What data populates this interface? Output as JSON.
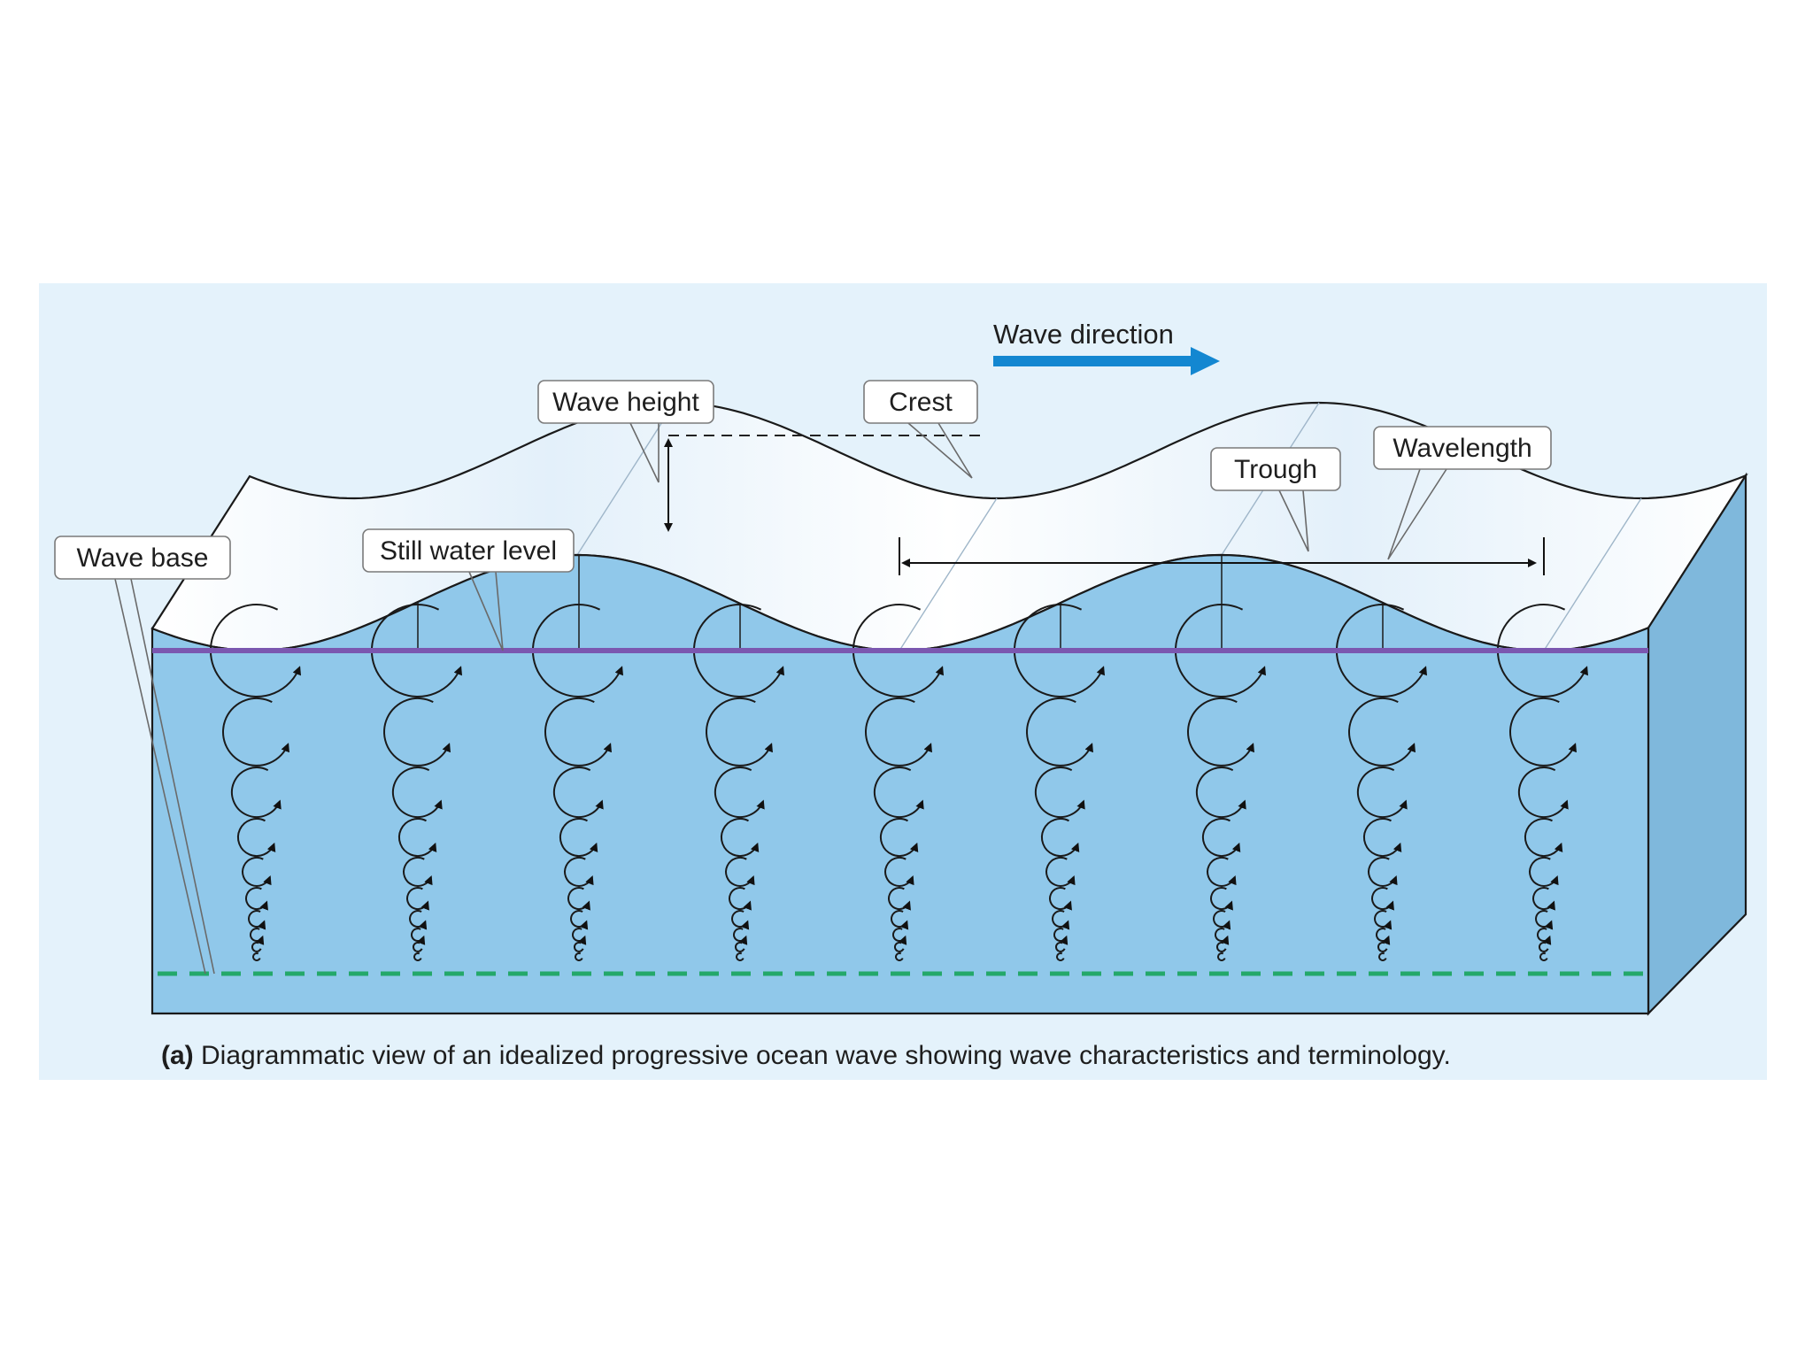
{
  "labels": {
    "wave_direction": "Wave direction",
    "wave_height": "Wave height",
    "crest": "Crest",
    "trough": "Trough",
    "wavelength": "Wavelength",
    "wave_base": "Wave base",
    "still_water_level": "Still water level"
  },
  "caption": {
    "prefix": "(a)",
    "text": " Diagrammatic view of an idealized progressive ocean wave showing wave characteristics and terminology."
  },
  "colors": {
    "background_panel": "#e4f2fb",
    "water": "#90c8ea",
    "water_side": "#7fb8dc",
    "surface_top": "#f2f8fd",
    "still_water_line": "#7b57b0",
    "wave_base_line": "#24a86a",
    "direction_arrow": "#1387d1"
  }
}
